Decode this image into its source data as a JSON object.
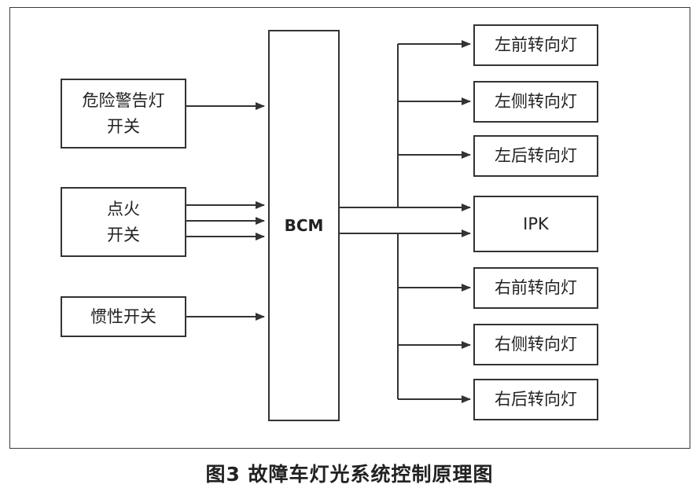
{
  "diagram": {
    "inputs": {
      "hazard_switch": {
        "line1": "危险警告灯",
        "line2": "开关"
      },
      "ignition_switch": {
        "line1": "点火",
        "line2": "开关"
      },
      "inertia_switch": {
        "label": "惯性开关"
      }
    },
    "controller": {
      "label": "BCM"
    },
    "outputs": {
      "left_front": "左前转向灯",
      "left_side": "左侧转向灯",
      "left_rear": "左后转向灯",
      "ipk": "IPK",
      "right_front": "右前转向灯",
      "right_side": "右侧转向灯",
      "right_rear": "右后转向灯"
    },
    "line_color": "#333333"
  },
  "caption": "图3 故障车灯光系统控制原理图"
}
